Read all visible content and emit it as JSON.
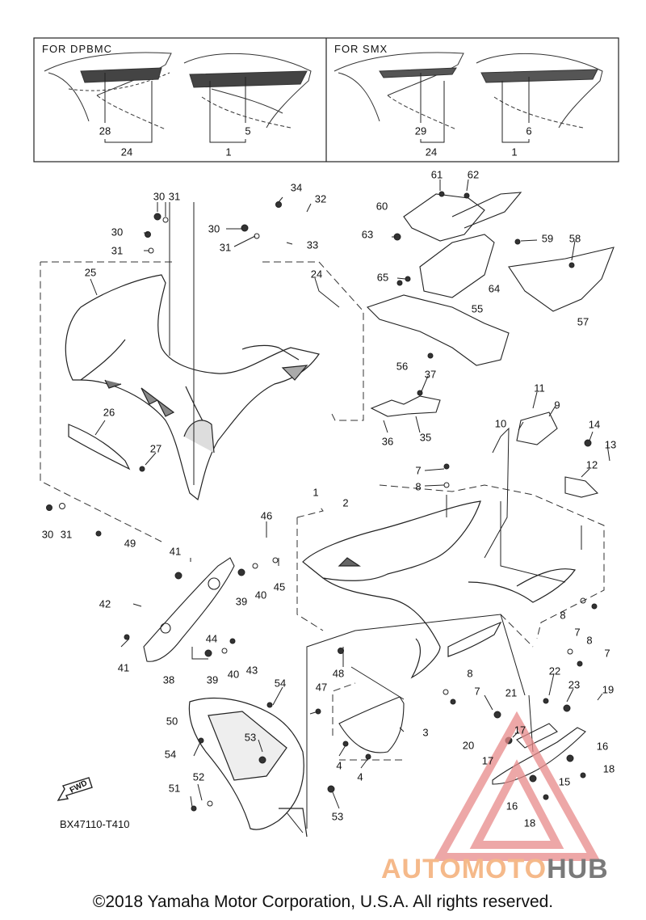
{
  "insets": [
    {
      "title": "FOR DPBMC",
      "labels": [
        "28",
        "5",
        "24",
        "1"
      ]
    },
    {
      "title": "FOR SMX",
      "labels": [
        "29",
        "6",
        "24",
        "1"
      ]
    }
  ],
  "callouts": [
    "30",
    "31",
    "30",
    "31",
    "34",
    "32",
    "30",
    "31",
    "33",
    "61",
    "62",
    "60",
    "63",
    "59",
    "58",
    "65",
    "64",
    "57",
    "55",
    "56",
    "25",
    "24",
    "26",
    "27",
    "37",
    "36",
    "35",
    "11",
    "9",
    "10",
    "14",
    "13",
    "12",
    "7",
    "8",
    "30",
    "31",
    "49",
    "1",
    "2",
    "46",
    "41",
    "45",
    "42",
    "39",
    "40",
    "41",
    "44",
    "38",
    "39",
    "40",
    "43",
    "8",
    "7",
    "8",
    "7",
    "48",
    "3",
    "47",
    "4",
    "4",
    "8",
    "7",
    "21",
    "22",
    "23",
    "19",
    "17",
    "20",
    "17",
    "16",
    "18",
    "15",
    "16",
    "18",
    "54",
    "50",
    "53",
    "54",
    "52",
    "51",
    "53"
  ],
  "part_code": "BX47110-T410",
  "fwd_label": "FWD",
  "watermark": {
    "part1": "AUTOMOTO",
    "part2": "HUB",
    "color_accent": "#f5b98a",
    "color_gray": "#7a7a7a",
    "triangle_color": "#e88a8a"
  },
  "copyright": "©2018 Yamaha Motor Corporation, U.S.A. All rights reserved."
}
